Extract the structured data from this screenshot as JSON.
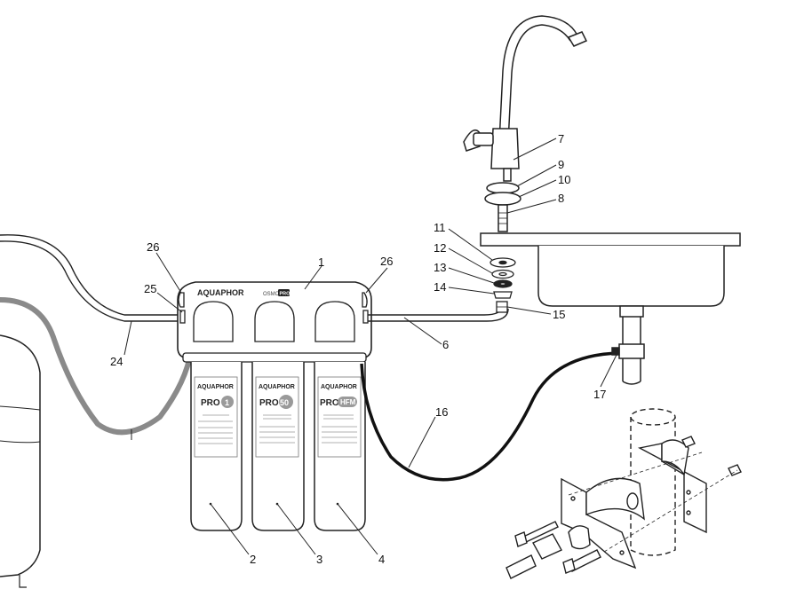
{
  "header": {
    "brand": "AQUAPHOR",
    "model": "OSMO",
    "model_suffix": "PRO"
  },
  "cartridges": [
    {
      "brand": "AQUAPHOR",
      "name": "PRO",
      "badge": "1"
    },
    {
      "brand": "AQUAPHOR",
      "name": "PRO",
      "badge": "50"
    },
    {
      "brand": "AQUAPHOR",
      "name": "PRO",
      "badge": "HFM"
    }
  ],
  "callouts": {
    "c1": "1",
    "c2": "2",
    "c3": "3",
    "c4": "4",
    "c6": "6",
    "c7": "7",
    "c8": "8",
    "c9": "9",
    "c10": "10",
    "c11": "11",
    "c12": "12",
    "c13": "13",
    "c14": "14",
    "c15": "15",
    "c16": "16",
    "c17": "17",
    "c24": "24",
    "c25": "25",
    "c26a": "26",
    "c26b": "26"
  },
  "colors": {
    "line": "#222222",
    "grey_tube": "#8a8a8a",
    "black_tube": "#111111",
    "badge": "#9a9a9a"
  }
}
